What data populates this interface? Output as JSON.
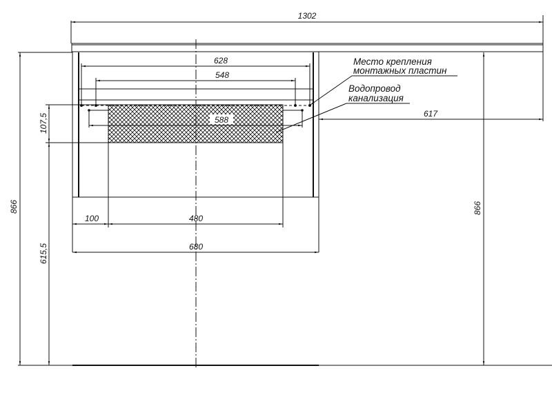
{
  "drawing": {
    "dimensions": {
      "total_width": "1302",
      "mount_outer": "628",
      "mount_inner": "548",
      "pipe_zone_width": "588",
      "pipe_zone_height": "107,5",
      "right_offset": "617",
      "height_left": "866",
      "height_right": "866",
      "pipe_zone_floor_height": "615,5",
      "side_offset": "100",
      "basin_width": "480",
      "cabinet_width": "680"
    },
    "notes": {
      "mounting_line1": "Место крепления",
      "mounting_line2": "монтажных пластин",
      "pipes_line1": "Водопровод",
      "pipes_line2": "канализация"
    }
  }
}
